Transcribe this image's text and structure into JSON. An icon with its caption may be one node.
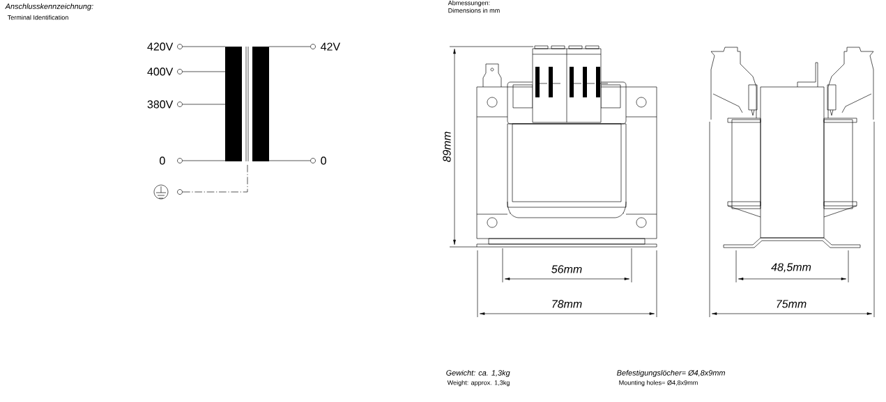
{
  "diagram": {
    "labels": [
      "Anschlusskennzeichnung:",
      "Terminal Identification",
      "Abmessungen:",
      "Dimensions in mm",
      "420V",
      "42V",
      "400V",
      "380V",
      "0",
      "0",
      "89mm",
      "56mm",
      "48,5mm",
      "78mm",
      "75mm",
      "Gewicht: ca. 1,3kg",
      "Weight: approx. 1,3kg",
      "Befestigungslöcher= Ø4,8x9mm",
      "Mounting holes= Ø4,8x9mm"
    ]
  }
}
